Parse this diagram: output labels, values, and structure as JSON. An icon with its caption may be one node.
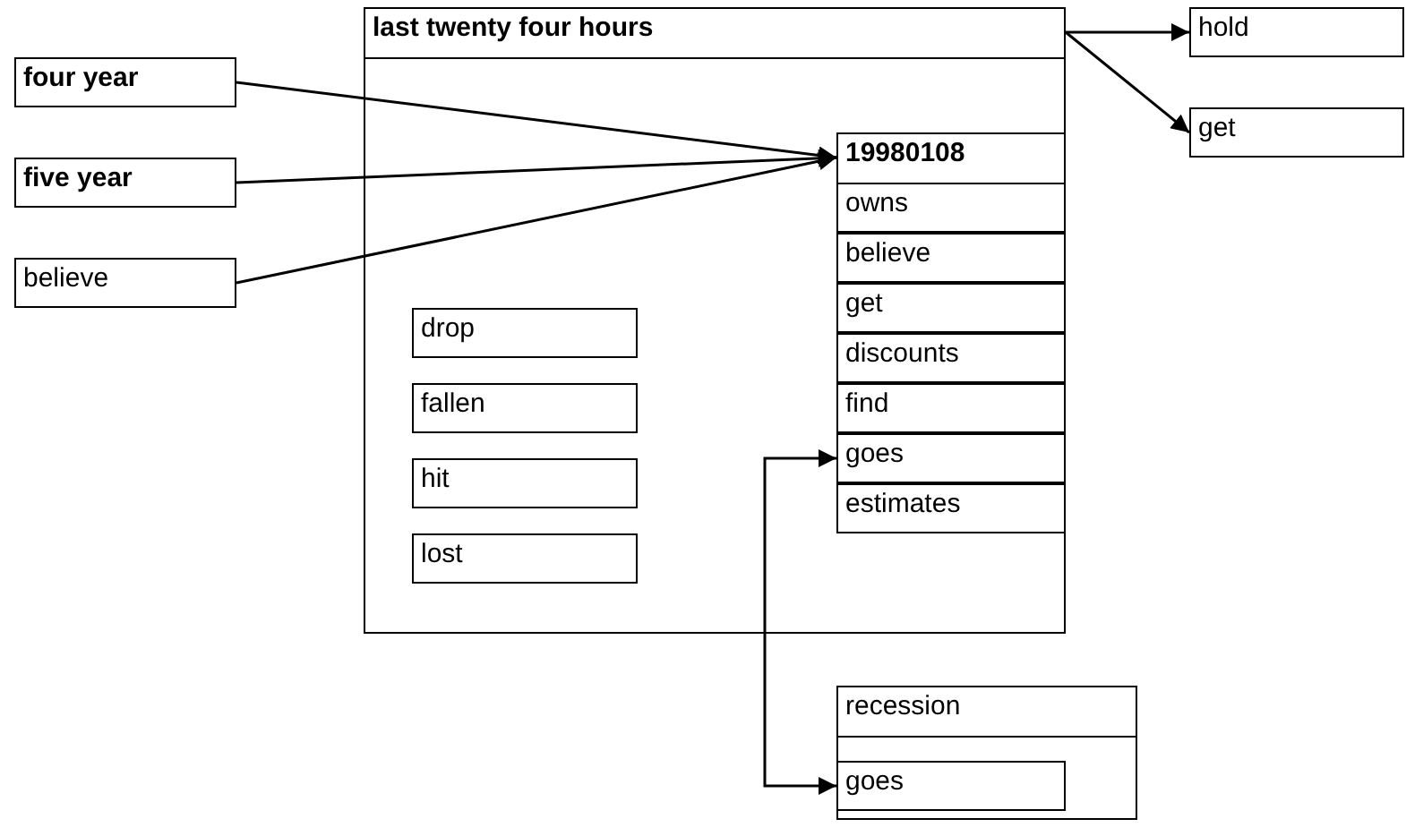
{
  "diagram": {
    "nodes": [
      {
        "text": [
          "last twenty four hours"
        ]
      },
      {
        "text": [
          "four year"
        ]
      },
      {
        "text": [
          "five year"
        ]
      },
      {
        "text": [
          "believe"
        ]
      },
      {
        "text": [
          "drop"
        ],
        "in": 0
      },
      {
        "text": [
          "fallen"
        ],
        "in": 0
      },
      {
        "text": [
          "hit"
        ],
        "in": 0
      },
      {
        "text": [
          "lost"
        ],
        "in": 0
      },
      {
        "text": [
          "19980108"
        ],
        "in": 0
      },
      {
        "text": [
          "owns"
        ],
        "in": 8
      },
      {
        "text": [
          "believe"
        ],
        "in": 8
      },
      {
        "text": [
          "get"
        ],
        "in": 8
      },
      {
        "text": [
          "discounts"
        ],
        "in": 8
      },
      {
        "text": [
          "find"
        ],
        "in": 8
      },
      {
        "text": [
          "goes"
        ],
        "in": 8
      },
      {
        "text": [
          "estimates"
        ],
        "in": 8
      },
      {
        "text": [
          "recession"
        ]
      },
      {
        "text": [
          "goes"
        ],
        "in": 16
      },
      {
        "text": [
          "hold"
        ]
      },
      {
        "text": [
          "get"
        ]
      }
    ],
    "edges": [
      {
        "from": 1,
        "to": 8,
        "arrow": "to"
      },
      {
        "from": 2,
        "to": 8,
        "arrow": "to"
      },
      {
        "from": 3,
        "to": 8,
        "arrow": "to"
      },
      {
        "from": 0,
        "to": 18,
        "arrow": "to"
      },
      {
        "from": 0,
        "to": 19,
        "arrow": "to"
      },
      {
        "from": 17,
        "to": 14,
        "arrow": "both"
      }
    ]
  }
}
